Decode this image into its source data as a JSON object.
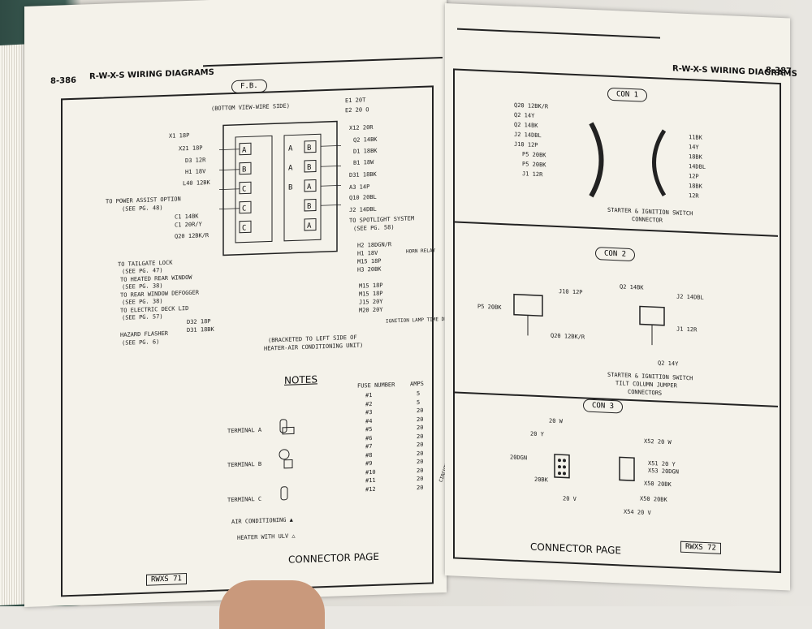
{
  "left": {
    "page_num": "8-386",
    "section": "R-W-X-S WIRING DIAGRAMS",
    "fb_label": "F.B.",
    "fb_view": "(BOTTOM VIEW-WIRE SIDE)",
    "wires_top_right": [
      "E1 20T",
      "E2 20 O",
      "X12 20R",
      "Q2 14BK",
      "D1 18BK",
      "B1 18W",
      "D31 18BK",
      "A3 14P",
      "Q10 20BL",
      "J2 14DBL"
    ],
    "wires_left": [
      "X1 18P",
      "X21 18P",
      "D3 12R",
      "H1 18V",
      "L40 12BK",
      "TO POWER ASSIST OPTION",
      "(SEE PG. 48)",
      "C1 14BK",
      "C1 20R/Y",
      "Q20 12BK/R"
    ],
    "to_spotlight": "TO SPOTLIGHT SYSTEM",
    "spotlight_pg": "(SEE PG. 58)",
    "tailgate": [
      "TO TAILGATE LOCK",
      "(SEE PG. 47)",
      "TO HEATED REAR WINDOW",
      "(SEE PG. 38)",
      "TO REAR WINDOW DEFOGGER",
      "(SEE PG. 38)",
      "TO ELECTRIC DECK LID",
      "(SEE PG. 57)"
    ],
    "horn_group": [
      "H2 18DGN/R",
      "H1 18V",
      "M15 18P",
      "H3 20BK"
    ],
    "horn_relay": "HORN RELAY",
    "ign_group": [
      "M15 18P",
      "M15 18P",
      "J15 20Y",
      "M20 20Y"
    ],
    "ign_label": "IGNITION LAMP TIME DELAY RELAY",
    "hazard": [
      "HAZARD FLASHER",
      "(SEE PG. 6)"
    ],
    "d32": [
      "D32 18P",
      "D31 18BK"
    ],
    "bracketed": [
      "(BRACKETED TO LEFT SIDE OF",
      "HEATER-AIR CONDITIONING UNIT)"
    ],
    "notes_title": "NOTES",
    "fuse_header": "FUSE NUMBER",
    "amps_header": "AMPS",
    "fuses": [
      "#1",
      "#2",
      "#3",
      "#4",
      "#5",
      "#6",
      "#7",
      "#8",
      "#9",
      "#10",
      "#11",
      "#12"
    ],
    "amps": [
      "5",
      "5",
      "20",
      "20",
      "20",
      "20",
      "20",
      "20",
      "20",
      "20",
      "20",
      "20"
    ],
    "circuit_breaker": "CIRCUIT BREAKER",
    "terminals": [
      "TERMINAL A",
      "TERMINAL B",
      "TERMINAL C"
    ],
    "legend": [
      "AIR CONDITIONING ▲",
      "HEATER WITH ULV △"
    ],
    "footer_title": "CONNECTOR PAGE",
    "footer_code": "RWXS 71"
  },
  "right": {
    "page_num": "8-387",
    "section": "R-W-X-S WIRING DIAGRAMS",
    "con1": "CON 1",
    "con1_left": [
      "Q20 12BK/R",
      "Q2 14Y",
      "Q2 14BK",
      "J2 14DBL",
      "J10 12P",
      "P5 20BK",
      "P5 20BK",
      "J1 12R"
    ],
    "con1_right": [
      "11BK",
      "14Y",
      "18BK",
      "14DBL",
      "12P",
      "18BK",
      "12R"
    ],
    "con1_caption": [
      "STARTER & IGNITION SWITCH",
      "CONNECTOR"
    ],
    "con2": "CON 2",
    "con2_labels": [
      "J10 12P",
      "P5 20BK",
      "Q20 12BK/R",
      "Q2 14BK",
      "J2 14DBL",
      "J1 12R",
      "Q2 14Y"
    ],
    "con2_caption": [
      "STARTER & IGNITION SWITCH",
      "TILT COLUMN JUMPER",
      "CONNECTORS"
    ],
    "con3": "CON 3",
    "con3_labels": [
      "20 W",
      "20 Y",
      "20DGN",
      "20BK",
      "20 V",
      "X52 20 W",
      "X51 20 Y",
      "X53 20DGN",
      "X50 20BK",
      "X50 20BK",
      "X54 20 V"
    ],
    "footer_title": "CONNECTOR PAGE",
    "footer_code": "RWXS 72"
  }
}
